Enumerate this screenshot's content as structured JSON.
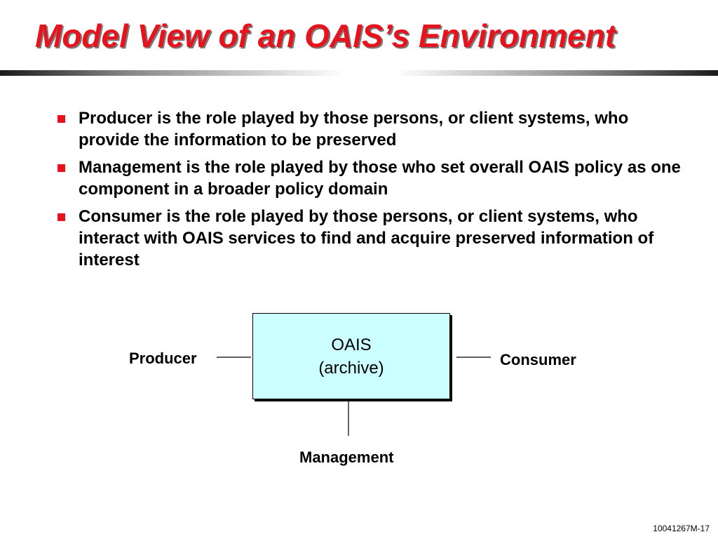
{
  "slide": {
    "title": "Model View of an OAIS’s Environment",
    "footer_id": "10041267M-17"
  },
  "bullets": [
    {
      "text": "Producer is the role played by those persons, or client systems, who provide the information to be preserved"
    },
    {
      "text": "Management is the role played by those who set overall OAIS policy as one component in a broader policy domain"
    },
    {
      "text": "Consumer is the role played by those persons, or client systems, who interact with OAIS services to find and acquire preserved information of interest"
    }
  ],
  "diagram": {
    "box": {
      "line1": "OAIS",
      "line2": "(archive)",
      "fill_color": "#ccffff"
    },
    "producer_label": "Producer",
    "consumer_label": "Consumer",
    "management_label": "Management"
  },
  "colors": {
    "title": "#e8121d",
    "bullet_marker": "#e8121d"
  }
}
